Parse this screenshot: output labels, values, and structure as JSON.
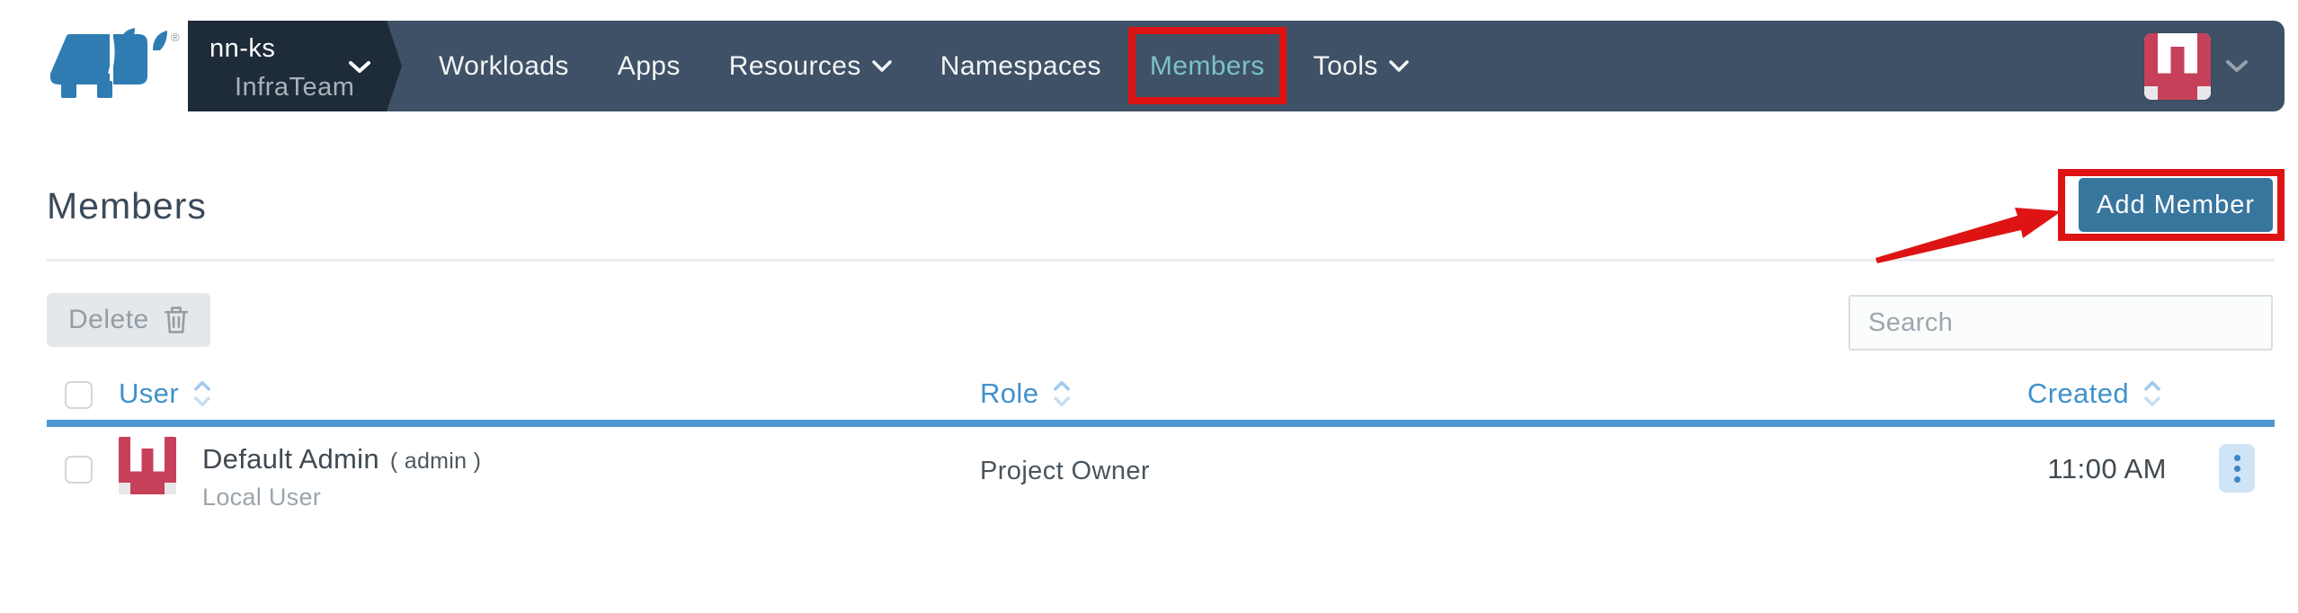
{
  "nav": {
    "cluster_selector": {
      "cluster": "nn-ks",
      "project": "InfraTeam"
    },
    "items": [
      {
        "label": "Workloads",
        "has_dropdown": false,
        "active": false
      },
      {
        "label": "Apps",
        "has_dropdown": false,
        "active": false
      },
      {
        "label": "Resources",
        "has_dropdown": true,
        "active": false
      },
      {
        "label": "Namespaces",
        "has_dropdown": false,
        "active": false
      },
      {
        "label": "Members",
        "has_dropdown": false,
        "active": true,
        "annotated": true
      },
      {
        "label": "Tools",
        "has_dropdown": true,
        "active": false
      }
    ],
    "registered_mark": "®"
  },
  "page": {
    "title": "Members"
  },
  "toolbar": {
    "delete_label": "Delete",
    "search_placeholder": "Search",
    "search_value": ""
  },
  "actions": {
    "add_member_label": "Add Member"
  },
  "table": {
    "columns": [
      {
        "label": "User",
        "sortable": true
      },
      {
        "label": "Role",
        "sortable": true
      },
      {
        "label": "Created",
        "sortable": true
      }
    ],
    "rows": [
      {
        "name": "Default Admin",
        "username": "( admin )",
        "user_type": "Local User",
        "role": "Project Owner",
        "created": "11:00 AM"
      }
    ]
  },
  "icons": {
    "rancher_logo": "blue-bull-logo",
    "chevron_down": "⌄",
    "trash": "🗑",
    "sort": "⇅",
    "kebab_menu": "⋮"
  },
  "colors": {
    "navbar_bg": "#3f5166",
    "cluster_selector_bg": "#1e2b39",
    "active_nav_teal": "#7cc1c7",
    "annotation_red": "#de1313",
    "button_blue": "#38769e",
    "link_blue": "#4191cc",
    "underline_blue": "#4e96d1",
    "logo_blue": "#2e7cb2",
    "avatar_red": "#c7405a",
    "kebab_bg": "#cfe4f6"
  }
}
